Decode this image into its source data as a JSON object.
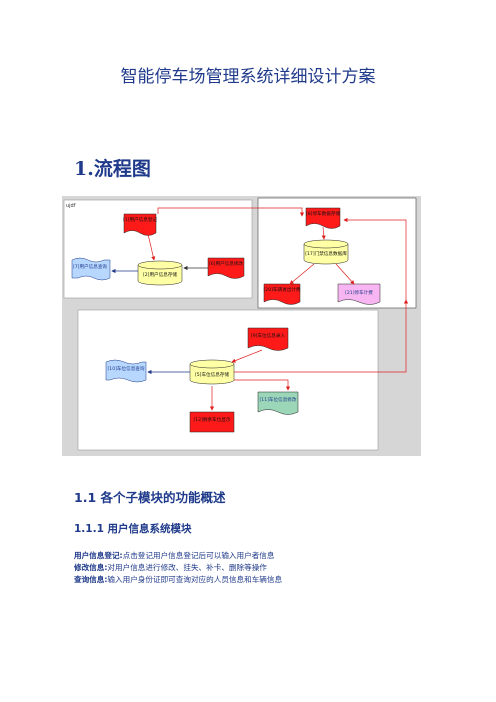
{
  "doc": {
    "title": "智能停车场管理系统详细设计方案",
    "section1": "1.流程图",
    "section1_1": "1.1 各个子模块的功能概述",
    "section1_1_1": "1.1.1 用户信息系统模块",
    "paragraphs": [
      {
        "term": "用户信息登记:",
        "text": "点击登记用户信息登记后可以输入用户者信息"
      },
      {
        "term": "修改信息:",
        "text": "对用户信息进行修改、挂失、补卡、删除等操作"
      },
      {
        "term": "查询信息:",
        "text": "输入用户身份证即可查询对应的人员信息和车辆信息"
      }
    ]
  },
  "diagram": {
    "corner_label": "ujdf",
    "nodes": {
      "n1": "[1]用户信息登记",
      "n2": "[2]用户信息存储",
      "n7": "[7]用户信息查询",
      "n6": "[6]用户信息修改",
      "n8": "[8]停车数据存储",
      "n17": "[17]门禁信息数据库",
      "n20": "[20]车辆进出计费",
      "n21": "[21]停车计费",
      "n9": "[9]车位信息录入",
      "n5": "[5]车位信息存储",
      "n10": "[10]车位信息查询",
      "n11": "[11]车位信息修改",
      "n12": "[12]剩余车位显示"
    },
    "colors": {
      "red": "#ff1a1a",
      "yellow": "#ffffa6",
      "blue": "#b7d7ff",
      "green": "#9bd6b8",
      "pink": "#f7b6f2",
      "arrow": "#e02020",
      "link_blue": "#1f3a8a"
    }
  }
}
